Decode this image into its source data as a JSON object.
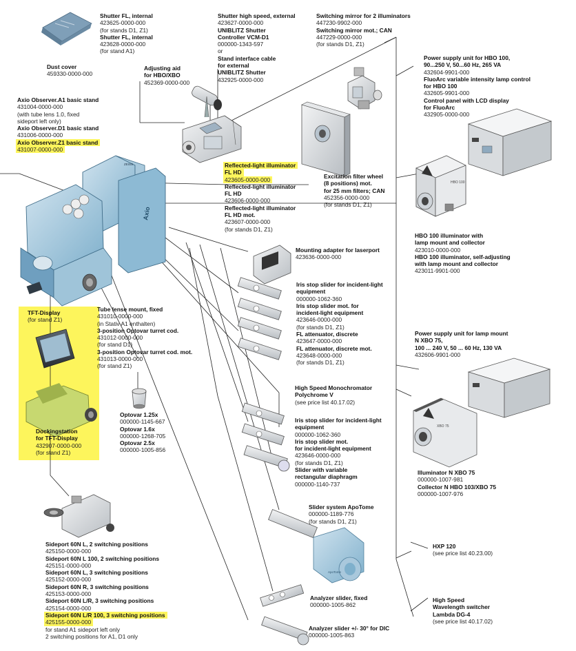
{
  "colors": {
    "highlight": "#fdf55c",
    "line": "#222222",
    "part_blue": "#7fb2cf",
    "part_blue_dark": "#4f7f9c",
    "part_gray": "#d6d8da"
  },
  "labels": {
    "dust_cover": [
      {
        "t": "Dust cover",
        "b": true
      },
      {
        "t": "459330-0000-000",
        "b": false
      }
    ],
    "shutter_fl": [
      {
        "t": "Shutter FL, internal",
        "b": true
      },
      {
        "t": "423625-0000-000",
        "b": false
      },
      {
        "t": "(for stands D1, Z1)",
        "b": false
      },
      {
        "t": "Shutter FL, internal",
        "b": true
      },
      {
        "t": "423628-0000-000",
        "b": false
      },
      {
        "t": "(for stand A1)",
        "b": false
      }
    ],
    "adjusting_aid": [
      {
        "t": "Adjusting aid",
        "b": true
      },
      {
        "t": "for HBO/XBO",
        "b": true
      },
      {
        "t": "452369-0000-000",
        "b": false
      }
    ],
    "shutter_hs": [
      {
        "t": "Shutter high speed, external",
        "b": true
      },
      {
        "t": "423627-0000-000",
        "b": false
      },
      {
        "t": "UNIBLITZ Shutter",
        "b": true
      },
      {
        "t": "Controller VCM-D1",
        "b": true
      },
      {
        "t": "000000-1343-597",
        "b": false
      },
      {
        "t": "or",
        "b": false
      },
      {
        "t": "Stand interface cable",
        "b": true
      },
      {
        "t": "for external",
        "b": true
      },
      {
        "t": "UNIBLITZ Shutter",
        "b": true
      },
      {
        "t": "432925-0000-000",
        "b": false
      }
    ],
    "switching_mirror": [
      {
        "t": "Switching mirror for 2 illuminators",
        "b": true
      },
      {
        "t": "447230-9902-000",
        "b": false
      },
      {
        "t": "Switching mirror mot.; CAN",
        "b": true
      },
      {
        "t": "447229-0000-000",
        "b": false
      },
      {
        "t": "(for stands D1, Z1)",
        "b": false
      }
    ],
    "power_hbo": [
      {
        "t": "Power supply unit for HBO 100,",
        "b": true
      },
      {
        "t": "90...250 V, 50...60 Hz, 265 VA",
        "b": true
      },
      {
        "t": "432604-9901-000",
        "b": false
      },
      {
        "t": "FluoArc variable intensity lamp control",
        "b": true
      },
      {
        "t": "for HBO 100",
        "b": true
      },
      {
        "t": "432605-9901-000",
        "b": false
      },
      {
        "t": "Control panel with LCD display",
        "b": true
      },
      {
        "t": "for FluoArc",
        "b": true
      },
      {
        "t": "432905-0000-000",
        "b": false
      }
    ],
    "axio_stands": [
      {
        "t": "Axio Observer.A1 basic stand",
        "b": true
      },
      {
        "t": "431004-0000-000",
        "b": false
      },
      {
        "t": "(with tube lens 1.0, fixed",
        "b": false
      },
      {
        "t": "sideport left only)",
        "b": false
      },
      {
        "t": "Axio Observer.D1 basic stand",
        "b": true
      },
      {
        "t": "431006-0000-000",
        "b": false
      },
      {
        "t": "Axio Observer.Z1 basic stand",
        "b": true,
        "h": true
      },
      {
        "t": "431007-0000-000",
        "b": false,
        "h": true
      }
    ],
    "reflected": [
      {
        "t": "Reflected-light illuminator",
        "b": true,
        "h": true
      },
      {
        "t": "FL HD",
        "b": true,
        "h": true
      },
      {
        "t": "423605-0000-000",
        "b": false,
        "h": true
      },
      {
        "t": "Reflected-light illuminator",
        "b": true
      },
      {
        "t": "FL HD",
        "b": true
      },
      {
        "t": "423606-0000-000",
        "b": false
      },
      {
        "t": "Reflected-light illuminator",
        "b": true
      },
      {
        "t": "FL HD mot.",
        "b": true
      },
      {
        "t": "423607-0000-000",
        "b": false
      },
      {
        "t": "(for stands D1, Z1)",
        "b": false
      }
    ],
    "excitation": [
      {
        "t": "Excitation filter wheel",
        "b": true
      },
      {
        "t": "(8 positions) mot.",
        "b": true
      },
      {
        "t": "for 25 mm filters; CAN",
        "b": true
      },
      {
        "t": "452356-0000-000",
        "b": false
      },
      {
        "t": "(for stands D1, Z1)",
        "b": false
      }
    ],
    "hbo_illum": [
      {
        "t": "HBO 100 illuminator with",
        "b": true
      },
      {
        "t": "lamp mount and collector",
        "b": true
      },
      {
        "t": "423010-0000-000",
        "b": false
      },
      {
        "t": "HBO 100 illuminator, self-adjusting",
        "b": true
      },
      {
        "t": "with lamp mount and collector",
        "b": true
      },
      {
        "t": "423011-9901-000",
        "b": false
      }
    ],
    "mounting": [
      {
        "t": "Mounting adapter for laserport",
        "b": true
      },
      {
        "t": "423636-0000-000",
        "b": false
      }
    ],
    "iris1": [
      {
        "t": "Iris stop slider for incident-light",
        "b": true
      },
      {
        "t": "equipment",
        "b": true
      },
      {
        "t": "000000-1062-360",
        "b": false
      },
      {
        "t": "Iris stop slider mot. for",
        "b": true
      },
      {
        "t": "incident-light equipment",
        "b": true
      },
      {
        "t": "423646-0000-000",
        "b": false
      },
      {
        "t": "(for stands D1, Z1)",
        "b": false
      },
      {
        "t": "FL attenuator, discrete",
        "b": true
      },
      {
        "t": "423647-0000-000",
        "b": false
      },
      {
        "t": "FL attenuator, discrete mot.",
        "b": true
      },
      {
        "t": "423648-0000-000",
        "b": false
      },
      {
        "t": "(for stands D1, Z1)",
        "b": false
      }
    ],
    "tube_lens": [
      {
        "t": "Tube lense mount, fixed",
        "b": true
      },
      {
        "t": "431010-0000-000",
        "b": false
      },
      {
        "t": "(in Stativ A1 enthalten)",
        "b": false
      },
      {
        "t": "3-position Optovar turret cod.",
        "b": true
      },
      {
        "t": "431012-0000-000",
        "b": false
      },
      {
        "t": "(for stand D1)",
        "b": false
      },
      {
        "t": "3-position Optovar turret cod. mot.",
        "b": true
      },
      {
        "t": "431013-0000-000",
        "b": false
      },
      {
        "t": "(for stand Z1)",
        "b": false
      }
    ],
    "tft": [
      {
        "t": "TFT-Display",
        "b": true
      },
      {
        "t": "(for stand Z1)",
        "b": false
      }
    ],
    "docking": [
      {
        "t": "Dockingstation",
        "b": true
      },
      {
        "t": "for TFT-Display",
        "b": true
      },
      {
        "t": "432907-0000-000",
        "b": false
      },
      {
        "t": "(for stand Z1)",
        "b": false
      }
    ],
    "optovar": [
      {
        "t": "Optovar 1.25x",
        "b": true
      },
      {
        "t": "000000-1145-667",
        "b": false
      },
      {
        "t": "Optovar 1.6x",
        "b": true
      },
      {
        "t": "000000-1268-705",
        "b": false
      },
      {
        "t": "Optovar 2.5x",
        "b": true
      },
      {
        "t": "000000-1005-856",
        "b": false
      }
    ],
    "monochromator": [
      {
        "t": "High Speed Monochromator",
        "b": true
      },
      {
        "t": "Polychrome V",
        "b": true
      },
      {
        "t": "(see price list 40.17.02)",
        "b": false
      }
    ],
    "power_xbo": [
      {
        "t": "Power supply unit for lamp mount",
        "b": true
      },
      {
        "t": "N XBO 75,",
        "b": true
      },
      {
        "t": "100 ... 240 V, 50 ... 60 Hz, 130 VA",
        "b": true
      },
      {
        "t": "432606-9901-000",
        "b": false
      }
    ],
    "iris2": [
      {
        "t": "Iris stop slider for incident-light",
        "b": true
      },
      {
        "t": "equipment",
        "b": true
      },
      {
        "t": "000000-1062-360",
        "b": false
      },
      {
        "t": "Iris stop slider mot.",
        "b": true
      },
      {
        "t": "for incident-light equipment",
        "b": true
      },
      {
        "t": "423646-0000-000",
        "b": false
      },
      {
        "t": "(for stands D1, Z1)",
        "b": false
      },
      {
        "t": "Slider with variable",
        "b": true
      },
      {
        "t": "rectangular diaphragm",
        "b": true
      },
      {
        "t": "000000-1140-737",
        "b": false
      }
    ],
    "xbo": [
      {
        "t": "Illuminator N XBO 75",
        "b": true
      },
      {
        "t": "000000-1007-981",
        "b": false
      },
      {
        "t": "Collector N HBO 103/XBO 75",
        "b": true
      },
      {
        "t": "000000-1007-976",
        "b": false
      }
    ],
    "apotome": [
      {
        "t": "Slider system ApoTome",
        "b": true
      },
      {
        "t": "000000-1189-776",
        "b": false
      },
      {
        "t": "(for stands D1, Z1)",
        "b": false
      }
    ],
    "hxp": [
      {
        "t": "HXP 120",
        "b": true
      },
      {
        "t": "(see price list 40.23.00)",
        "b": false
      }
    ],
    "sideports": [
      {
        "t": "Sideport 60N L, 2 switching positions",
        "b": true
      },
      {
        "t": "425150-0000-000",
        "b": false
      },
      {
        "t": "Sideport 60N L 100, 2 switching positions",
        "b": true
      },
      {
        "t": "425151-0000-000",
        "b": false
      },
      {
        "t": "Sideport 60N L, 3 switching positions",
        "b": true
      },
      {
        "t": "425152-0000-000",
        "b": false
      },
      {
        "t": "Sideport 60N R, 3 switching positions",
        "b": true
      },
      {
        "t": "425153-0000-000",
        "b": false
      },
      {
        "t": "Sideport 60N L/R, 3 switching positions",
        "b": true
      },
      {
        "t": "425154-0000-000",
        "b": false
      },
      {
        "t": "Sideport 60N L/R 100, 3 switching positions",
        "b": true,
        "h": true
      },
      {
        "t": "425155-0000-000",
        "b": false,
        "h": true
      },
      {
        "t": "for stand A1 sideport left only",
        "b": false
      },
      {
        "t": "2 switching positions for A1, D1 only",
        "b": false
      }
    ],
    "analyzer_fixed": [
      {
        "t": "Analyzer slider, fixed",
        "b": true
      },
      {
        "t": "000000-1005-862",
        "b": false
      }
    ],
    "analyzer_dic": [
      {
        "t": "Analyzer slider +/- 30° for DIC",
        "b": true
      },
      {
        "t": "000000-1005-863",
        "b": false
      }
    ],
    "lambda": [
      {
        "t": "High Speed",
        "b": true
      },
      {
        "t": "Wavelength switcher",
        "b": true
      },
      {
        "t": "Lambda DG-4",
        "b": true
      },
      {
        "t": "(see price list 40.17.02)",
        "b": false
      }
    ]
  },
  "drawn_text": {
    "stand_brand": "ZEISS",
    "stand_model": "Axio",
    "hbo_tag": "HBO 100",
    "xbo_tag": "XBO 75",
    "apotome_tag": "ApoTome"
  }
}
